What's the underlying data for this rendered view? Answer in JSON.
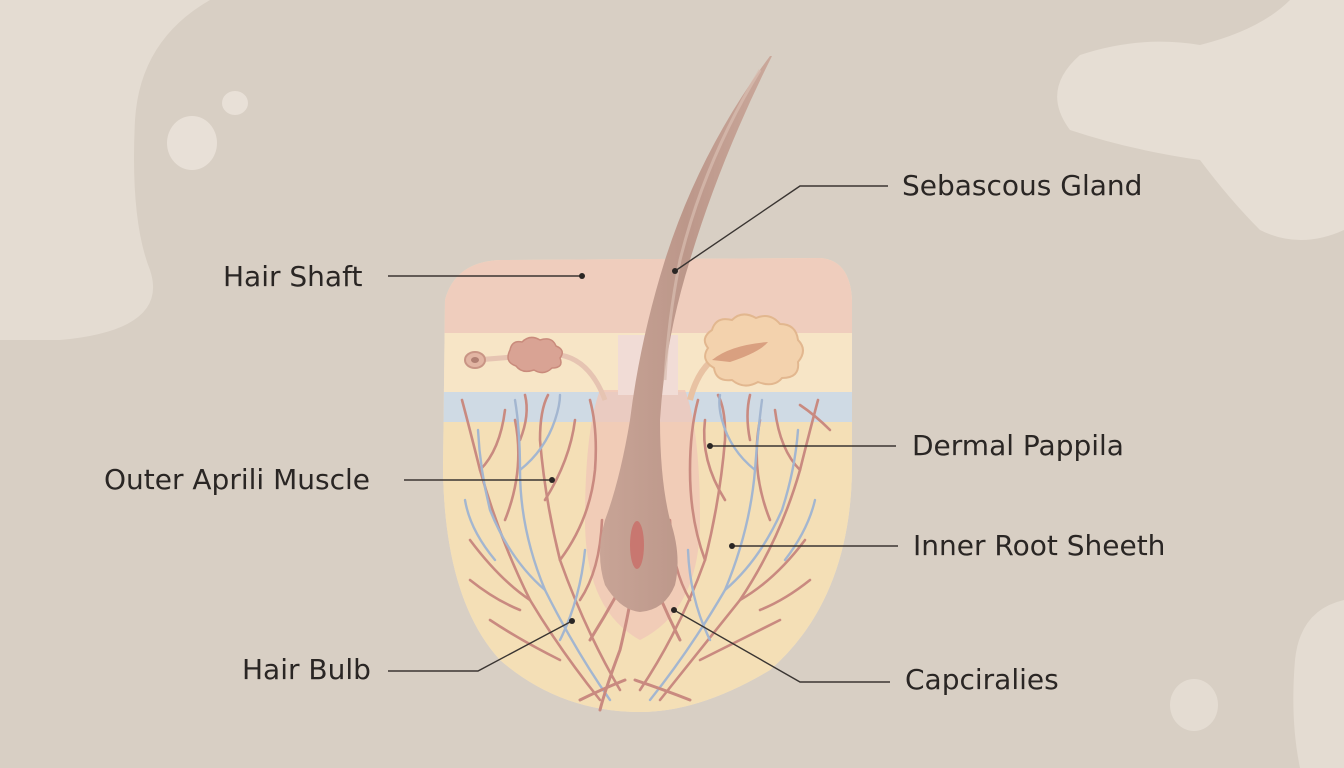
{
  "colors": {
    "background": "#d8cfc4",
    "blob": "#e6ded5",
    "epidermis": "#efcfc0",
    "dermis_upper": "#f6e3c8",
    "dermis_lower": "#f3dcb0",
    "fat_band": "#c9d6e2",
    "hair": "#c49e90",
    "artery": "#c98a80",
    "vein": "#9fb3cf",
    "gland": "#eec9a6",
    "leader_line": "#3a3532"
  },
  "labels": {
    "hair_shaft": "Hair Shaft",
    "outer_aprili_muscle": "Outer Aprili Muscle",
    "hair_bulb": "Hair Bulb",
    "sebascous_gland": "Sebascous Gland",
    "dermal_pappila": "Dermal Pappila",
    "inner_root_sheeth": "Inner Root Sheeth",
    "capciralies": "Capciralies"
  }
}
